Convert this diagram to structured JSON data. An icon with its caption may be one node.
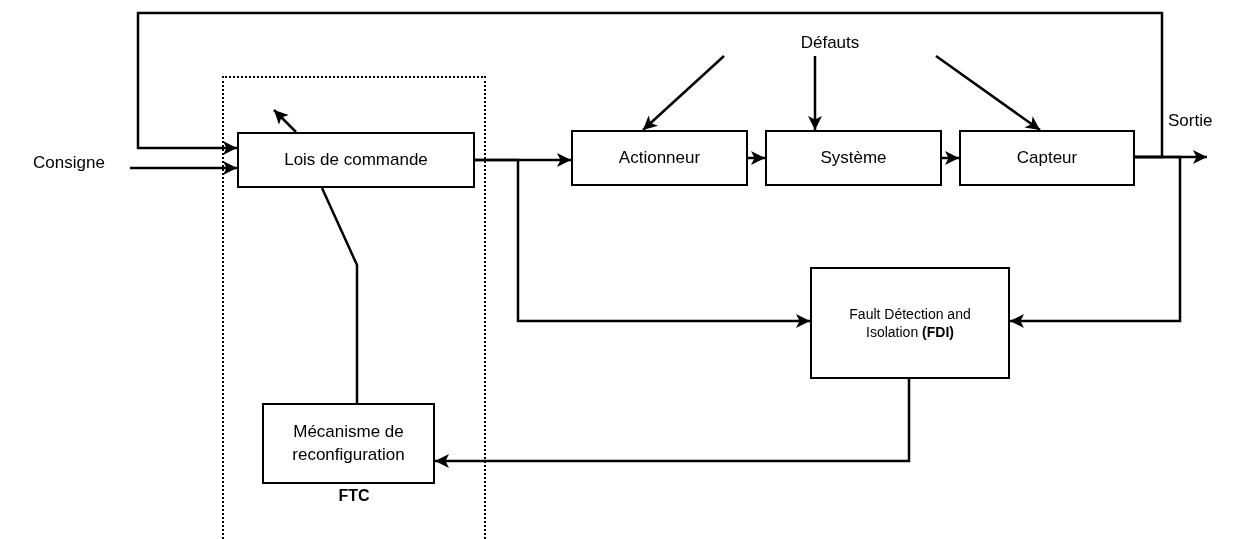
{
  "diagram": {
    "nodes": [
      {
        "text": [
          "FTC"
        ]
      },
      {
        "text": [
          "Lois de commande"
        ],
        "in": 0
      },
      {
        "text": [
          "Actionneur"
        ]
      },
      {
        "text": [
          "Système"
        ]
      },
      {
        "text": [
          "Capteur"
        ]
      },
      {
        "text": [
          "Fault Détection and Isolation **(FDI)**"
        ]
      },
      {
        "text": [
          "Mécanisme de reconfiguration"
        ],
        "in": 0
      },
      {
        "text": [
          "Consigne"
        ]
      },
      {
        "text": [
          "Défauts"
        ]
      }
    ],
    "edges": [
      {
        "from": 7,
        "to": 1,
        "arrow": "to"
      },
      {
        "from": 4,
        "to": 1,
        "arrow": "to"
      },
      {
        "from": 1,
        "to": 2,
        "arrow": "to"
      },
      {
        "from": 1,
        "to": 5,
        "arrow": "to"
      },
      {
        "from": 2,
        "to": 3,
        "arrow": "to"
      },
      {
        "from": 3,
        "to": 4,
        "arrow": "to"
      },
      {
        "from": 4,
        "to": null,
        "arrow": "to"
      },
      {
        "from": 4,
        "to": 5,
        "arrow": "to"
      },
      {
        "from": 5,
        "to": 6,
        "arrow": "to"
      },
      {
        "from": 6,
        "to": 1,
        "arrow": "none"
      },
      {
        "from": 1,
        "to": null,
        "arrow": "to"
      },
      {
        "from": 8,
        "to": 2,
        "arrow": "to"
      },
      {
        "from": 8,
        "to": 3,
        "arrow": "to"
      },
      {
        "from": 8,
        "to": 4,
        "arrow": "to"
      }
    ],
    "labels": [
      "Sortie"
    ]
  }
}
